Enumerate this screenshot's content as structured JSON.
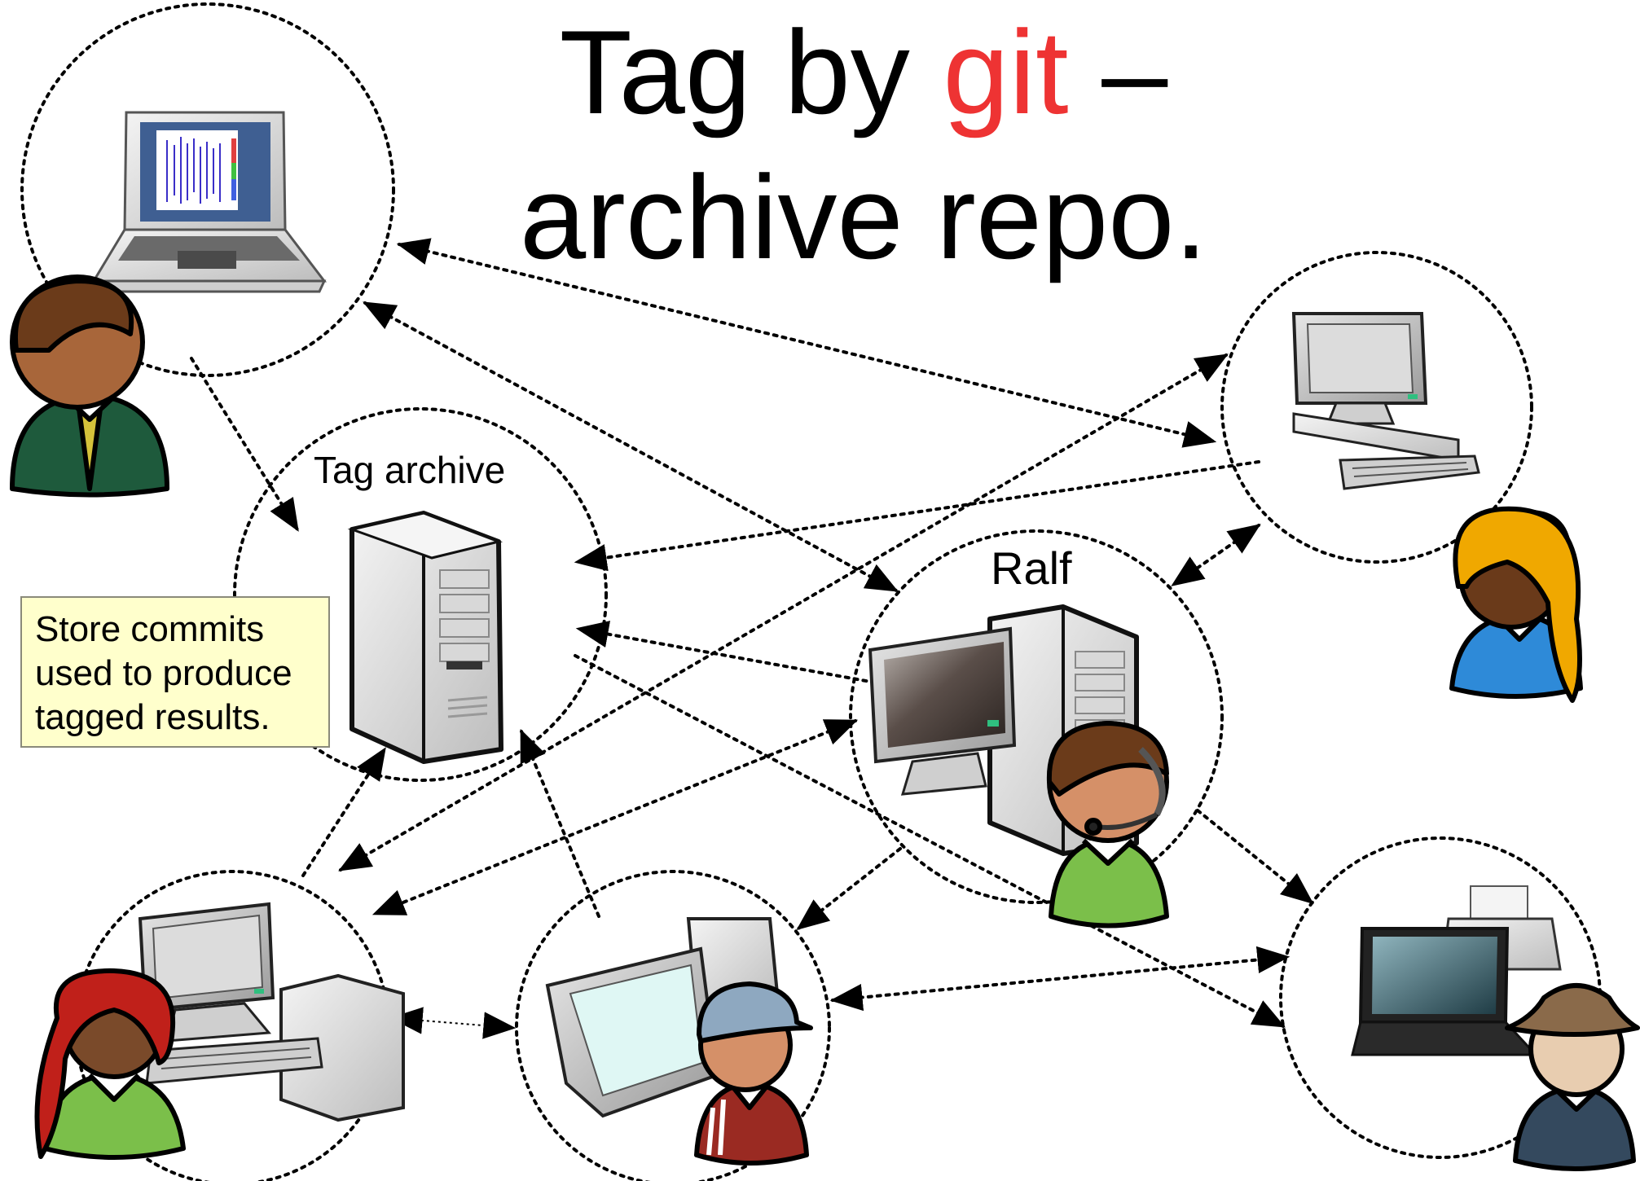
{
  "title": {
    "part1": "Tag by ",
    "accent": "git",
    "part2": " –",
    "line2": "archive repo."
  },
  "nodes": {
    "archive_label": "Tag archive",
    "ralf_label": "Ralf"
  },
  "note": {
    "lines": [
      "Store commits",
      "used to produce",
      "tagged results."
    ]
  },
  "colors": {
    "accent": "#ee3333",
    "note_bg": "#ffffcc",
    "line": "#000000"
  }
}
